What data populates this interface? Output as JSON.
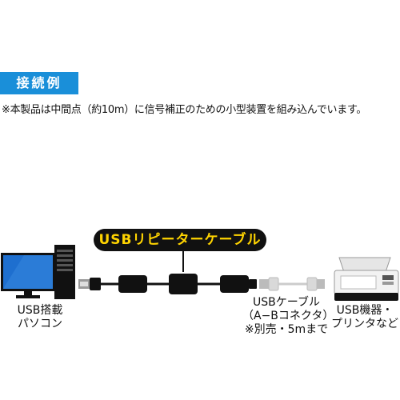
{
  "header": {
    "badge": "接続例",
    "note": "※本製品は中間点（約10m）に信号補正のための小型装置を組み込んでいます。"
  },
  "cable_title": "USBリピーターケーブル",
  "labels": {
    "pc": [
      "USB搭載",
      "パソコン"
    ],
    "cable": [
      "USBケーブル",
      "（A−Bコネクタ）",
      "※別売・5mまで"
    ],
    "device": [
      "USB機器・",
      "プリンタなど"
    ]
  },
  "icons": {
    "pc": "desktop-computer-icon",
    "printer": "printer-icon"
  },
  "colors": {
    "badge": "#1a8fd9",
    "title_bg": "#111111",
    "title_text": "#ffd400"
  }
}
